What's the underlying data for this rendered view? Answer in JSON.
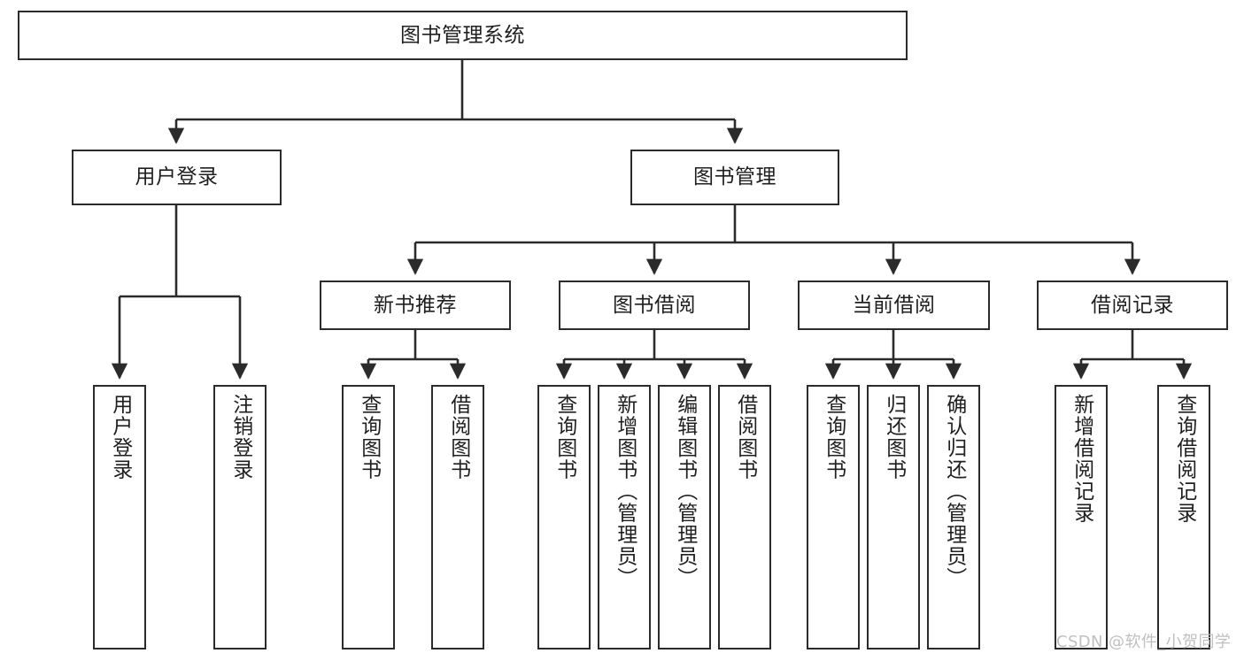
{
  "diagram": {
    "title": "图书管理系统",
    "type": "tree-hierarchy",
    "colors": {
      "stroke": "#2b2b2b",
      "fill": "#ffffff",
      "text": "#1f1f1f",
      "watermark": "#bfbfbf",
      "background": "#ffffff"
    }
  },
  "root": {
    "label": "图书管理系统"
  },
  "level2": [
    {
      "label": "用户登录"
    },
    {
      "label": "图书管理"
    }
  ],
  "level3": [
    {
      "label": "新书推荐"
    },
    {
      "label": "图书借阅"
    },
    {
      "label": "当前借阅"
    },
    {
      "label": "借阅记录"
    }
  ],
  "leaves": {
    "user_login": [
      {
        "label": "用户登录"
      },
      {
        "label": "注销登录"
      }
    ],
    "new_book": [
      {
        "label": "查询图书"
      },
      {
        "label": "借阅图书"
      }
    ],
    "book_borrow": [
      {
        "label": "查询图书"
      },
      {
        "label": "新增图书（管理员）"
      },
      {
        "label": "编辑图书（管理员）"
      },
      {
        "label": "借阅图书"
      }
    ],
    "current_borrow": [
      {
        "label": "查询图书"
      },
      {
        "label": "归还图书"
      },
      {
        "label": "确认归还（管理员）"
      }
    ],
    "borrow_record": [
      {
        "label": "新增借阅记录"
      },
      {
        "label": "查询借阅记录"
      }
    ]
  },
  "watermark": {
    "text": "CSDN @软件_小贺同学"
  }
}
